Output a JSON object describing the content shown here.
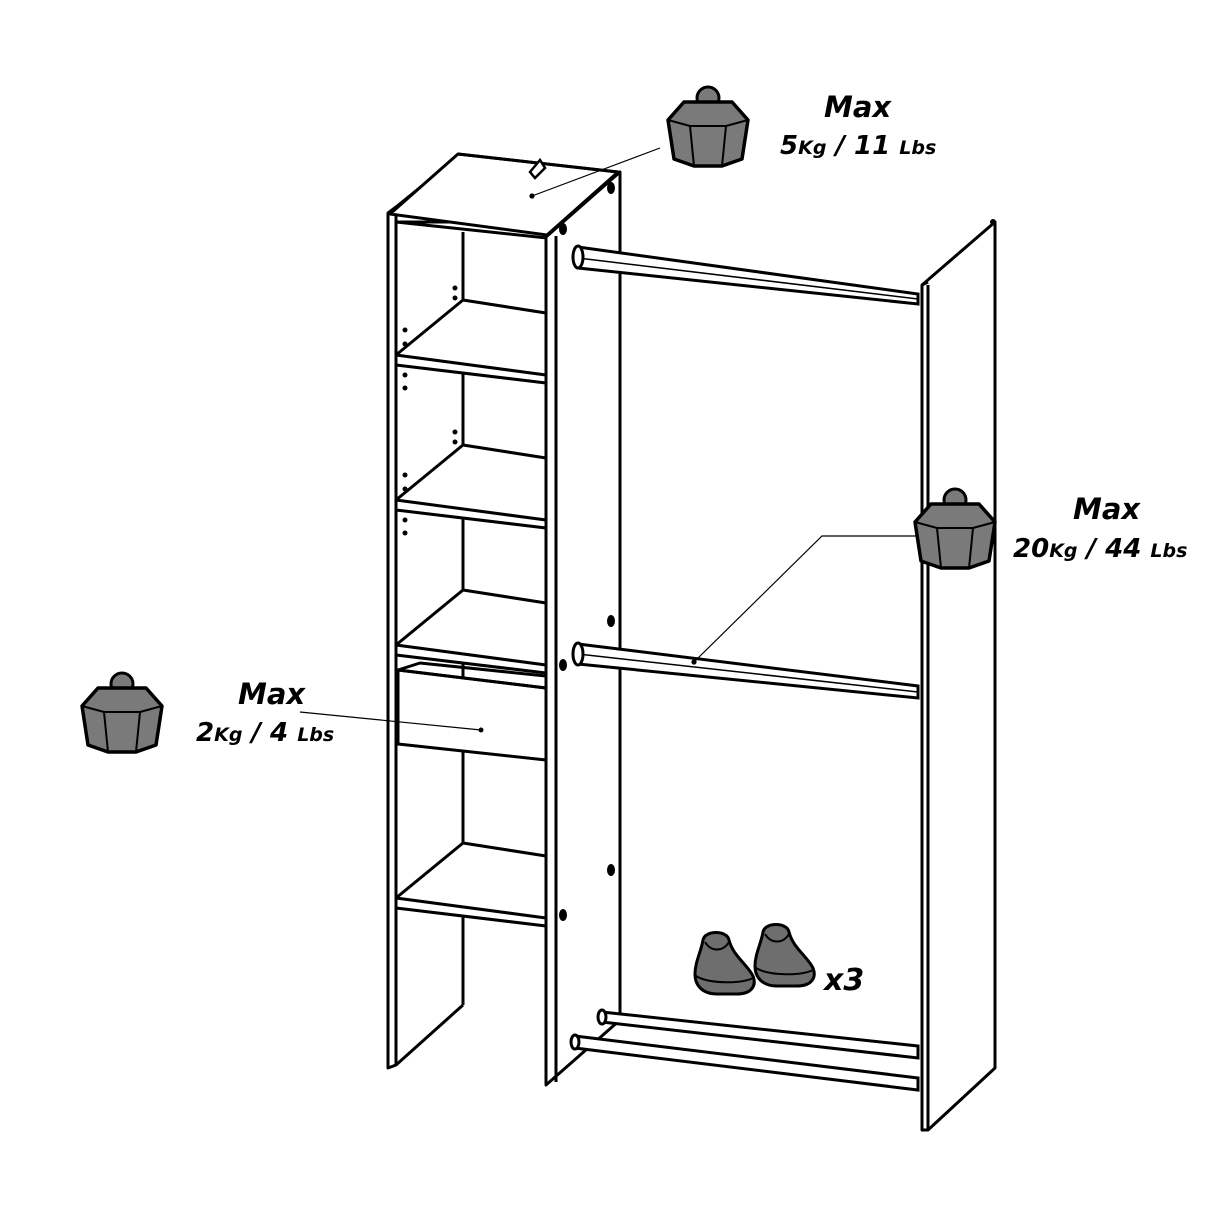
{
  "annotations": {
    "top_shelf": {
      "max_label": "Max",
      "kg_value": "5",
      "kg_unit": "Kg",
      "separator": "/",
      "lbs_value": "11",
      "lbs_unit": "Lbs"
    },
    "hanging_rail": {
      "max_label": "Max",
      "kg_value": "20",
      "kg_unit": "Kg",
      "separator": "/",
      "lbs_value": "44",
      "lbs_unit": "Lbs"
    },
    "drawer": {
      "max_label": "Max",
      "kg_value": "2",
      "kg_unit": "Kg",
      "separator": "/",
      "lbs_value": "4",
      "lbs_unit": "Lbs"
    },
    "shoe_rail": {
      "quantity": "x3"
    }
  },
  "icons": [
    "weight-icon",
    "shoes-icon"
  ],
  "colors": {
    "line": "#000000",
    "weight_fill": "#7a7a7a",
    "shoe_fill": "#6e6e6e",
    "panel": "#ffffff"
  }
}
